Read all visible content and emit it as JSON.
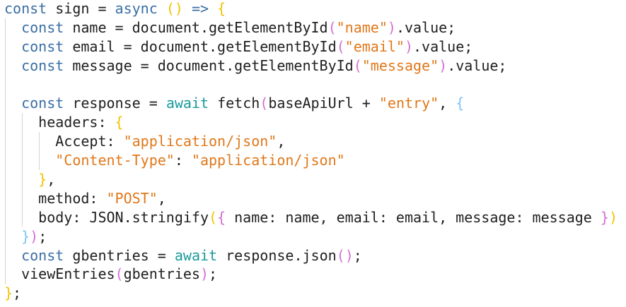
{
  "colors": {
    "k": "#3a6ea5",
    "a": "#1a9a9a",
    "s": "#e0781a",
    "p": "#1f1f1f",
    "b1": "#f2c200",
    "b2": "#d46fd4",
    "b3": "#7cc4f4"
  },
  "lines": [
    {
      "tokens": [
        {
          "t": "const",
          "c": "k"
        },
        {
          "t": " sign = ",
          "c": "p"
        },
        {
          "t": "async",
          "c": "k"
        },
        {
          "t": " ",
          "c": "p"
        },
        {
          "t": "()",
          "c": "b1"
        },
        {
          "t": " ",
          "c": "p"
        },
        {
          "t": "=>",
          "c": "k"
        },
        {
          "t": " ",
          "c": "p"
        },
        {
          "t": "{",
          "c": "b1"
        }
      ]
    },
    {
      "tokens": [
        {
          "t": "  ",
          "c": "p"
        },
        {
          "t": "const",
          "c": "k"
        },
        {
          "t": " name = document.getElementById",
          "c": "p"
        },
        {
          "t": "(",
          "c": "b2"
        },
        {
          "t": "\"name\"",
          "c": "s"
        },
        {
          "t": ")",
          "c": "b2"
        },
        {
          "t": ".value;",
          "c": "p"
        }
      ]
    },
    {
      "tokens": [
        {
          "t": "  ",
          "c": "p"
        },
        {
          "t": "const",
          "c": "k"
        },
        {
          "t": " email = document.getElementById",
          "c": "p"
        },
        {
          "t": "(",
          "c": "b2"
        },
        {
          "t": "\"email\"",
          "c": "s"
        },
        {
          "t": ")",
          "c": "b2"
        },
        {
          "t": ".value;",
          "c": "p"
        }
      ]
    },
    {
      "tokens": [
        {
          "t": "  ",
          "c": "p"
        },
        {
          "t": "const",
          "c": "k"
        },
        {
          "t": " message = document.getElementById",
          "c": "p"
        },
        {
          "t": "(",
          "c": "b2"
        },
        {
          "t": "\"message\"",
          "c": "s"
        },
        {
          "t": ")",
          "c": "b2"
        },
        {
          "t": ".value;",
          "c": "p"
        }
      ]
    },
    {
      "tokens": []
    },
    {
      "tokens": [
        {
          "t": "  ",
          "c": "p"
        },
        {
          "t": "const",
          "c": "k"
        },
        {
          "t": " response = ",
          "c": "p"
        },
        {
          "t": "await",
          "c": "a"
        },
        {
          "t": " fetch",
          "c": "p"
        },
        {
          "t": "(",
          "c": "b2"
        },
        {
          "t": "baseApiUrl + ",
          "c": "p"
        },
        {
          "t": "\"entry\"",
          "c": "s"
        },
        {
          "t": ", ",
          "c": "p"
        },
        {
          "t": "{",
          "c": "b3"
        }
      ]
    },
    {
      "tokens": [
        {
          "t": "    headers: ",
          "c": "p"
        },
        {
          "t": "{",
          "c": "b1"
        }
      ]
    },
    {
      "tokens": [
        {
          "t": "      Accept: ",
          "c": "p"
        },
        {
          "t": "\"application/json\"",
          "c": "s"
        },
        {
          "t": ",",
          "c": "p"
        }
      ]
    },
    {
      "tokens": [
        {
          "t": "      ",
          "c": "p"
        },
        {
          "t": "\"Content-Type\"",
          "c": "s"
        },
        {
          "t": ": ",
          "c": "p"
        },
        {
          "t": "\"application/json\"",
          "c": "s"
        }
      ]
    },
    {
      "tokens": [
        {
          "t": "    ",
          "c": "p"
        },
        {
          "t": "}",
          "c": "b1"
        },
        {
          "t": ",",
          "c": "p"
        }
      ]
    },
    {
      "tokens": [
        {
          "t": "    method: ",
          "c": "p"
        },
        {
          "t": "\"POST\"",
          "c": "s"
        },
        {
          "t": ",",
          "c": "p"
        }
      ]
    },
    {
      "tokens": [
        {
          "t": "    body: JSON.stringify",
          "c": "p"
        },
        {
          "t": "(",
          "c": "b1"
        },
        {
          "t": "{",
          "c": "b2"
        },
        {
          "t": " name: name, email: email, message: message ",
          "c": "p"
        },
        {
          "t": "}",
          "c": "b2"
        },
        {
          "t": ")",
          "c": "b1"
        }
      ]
    },
    {
      "tokens": [
        {
          "t": "  ",
          "c": "p"
        },
        {
          "t": "}",
          "c": "b3"
        },
        {
          "t": ")",
          "c": "b2"
        },
        {
          "t": ";",
          "c": "p"
        }
      ]
    },
    {
      "tokens": [
        {
          "t": "  ",
          "c": "p"
        },
        {
          "t": "const",
          "c": "k"
        },
        {
          "t": " gbentries = ",
          "c": "p"
        },
        {
          "t": "await",
          "c": "a"
        },
        {
          "t": " response.json",
          "c": "p"
        },
        {
          "t": "()",
          "c": "b2"
        },
        {
          "t": ";",
          "c": "p"
        }
      ]
    },
    {
      "tokens": [
        {
          "t": "  viewEntries",
          "c": "p"
        },
        {
          "t": "(",
          "c": "b2"
        },
        {
          "t": "gbentries",
          "c": "p"
        },
        {
          "t": ")",
          "c": "b2"
        },
        {
          "t": ";",
          "c": "p"
        }
      ]
    },
    {
      "tokens": [
        {
          "t": "}",
          "c": "b1"
        },
        {
          "t": ";",
          "c": "p"
        }
      ]
    }
  ]
}
